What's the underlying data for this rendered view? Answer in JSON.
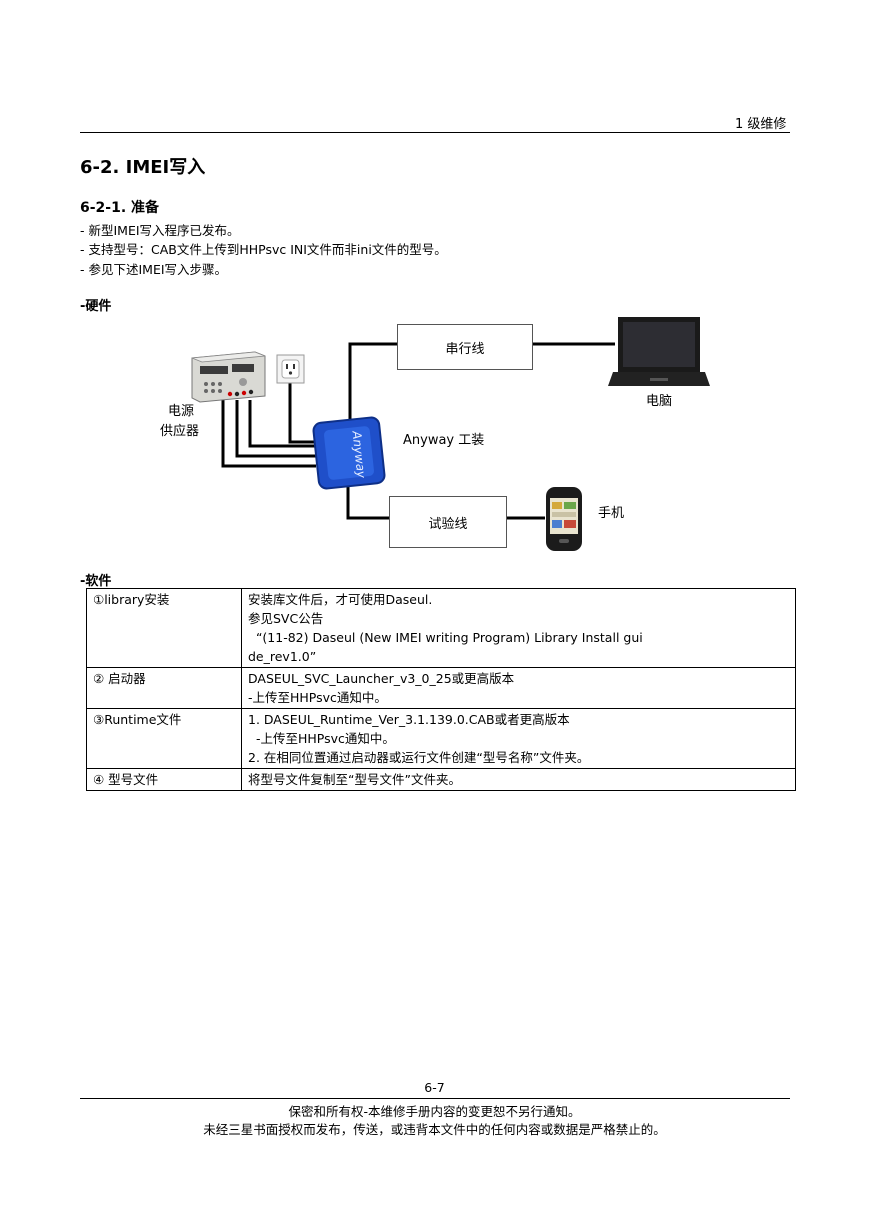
{
  "header": {
    "section_label": "1 级维修"
  },
  "section": {
    "title": "6-2. IMEI写入"
  },
  "subsection": {
    "title": "6-2-1.  准备",
    "bullets": [
      "-  新型IMEI写入程序已发布。",
      "-  支持型号：CAB文件上传到HHPsvc INI文件而非ini文件的型号。",
      "-  参见下述IMEI写入步骤。"
    ]
  },
  "hardware": {
    "label": "-硬件",
    "power_supply_line1": "电源",
    "power_supply_line2": "供应器",
    "serial_cable": "串行线",
    "pc": "电脑",
    "jig": "Anyway 工装",
    "jig_brand": "Anyway",
    "test_cable": "试验线",
    "phone": "手机"
  },
  "software": {
    "label": "-软件",
    "rows": [
      {
        "name": "①library安装",
        "lines": [
          "安装库文件后，才可使用Daseul.",
          "参见SVC公告",
          "  “(11-82) Daseul (New IMEI writing Program) Library Install gui",
          "de_rev1.0”"
        ]
      },
      {
        "name": "②  启动器",
        "lines": [
          "DASEUL_SVC_Launcher_v3_0_25或更高版本",
          "-上传至HHPsvc通知中。"
        ]
      },
      {
        "name": "③Runtime文件",
        "lines": [
          "1. DASEUL_Runtime_Ver_3.1.139.0.CAB或者更高版本",
          "  -上传至HHPsvc通知中。",
          "2. 在相同位置通过启动器或运行文件创建“型号名称”文件夹。"
        ]
      },
      {
        "name": "④  型号文件",
        "lines": [
          "将型号文件复制至“型号文件”文件夹。"
        ]
      }
    ]
  },
  "footer": {
    "page_number": "6-7",
    "line1": "保密和所有权-本维修手册内容的变更恕不另行通知。",
    "line2": "未经三星书面授权而发布，传送，或违背本文件中的任何内容或数据是严格禁止的。"
  }
}
